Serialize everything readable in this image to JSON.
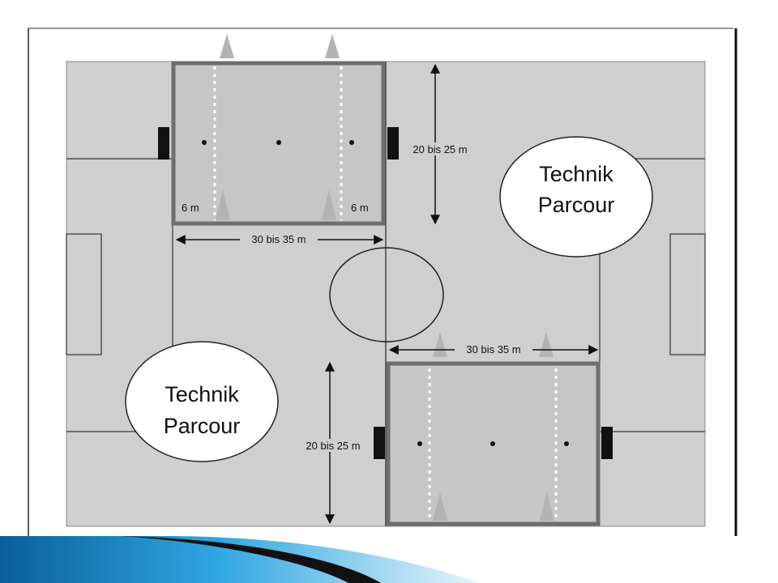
{
  "diagram": {
    "labels": {
      "width_top": "30 bis 35 m",
      "width_bottom": "30 bis 35 m",
      "height_top": "20 bis 25 m",
      "height_bottom": "20 bis 25 m",
      "zone_left": "6 m",
      "zone_right": "6 m"
    },
    "station_top_right": {
      "line1": "Technik",
      "line2": "Parcour"
    },
    "station_bottom_left": {
      "line1": "Technik",
      "line2": "Parcour"
    }
  },
  "colors": {
    "pitch": "#cfcfcf",
    "field_border": "#6e6e6e",
    "cone": "#b3b3b3",
    "line": "#2a2a2a",
    "accent_blue": "#1d8fd0"
  }
}
